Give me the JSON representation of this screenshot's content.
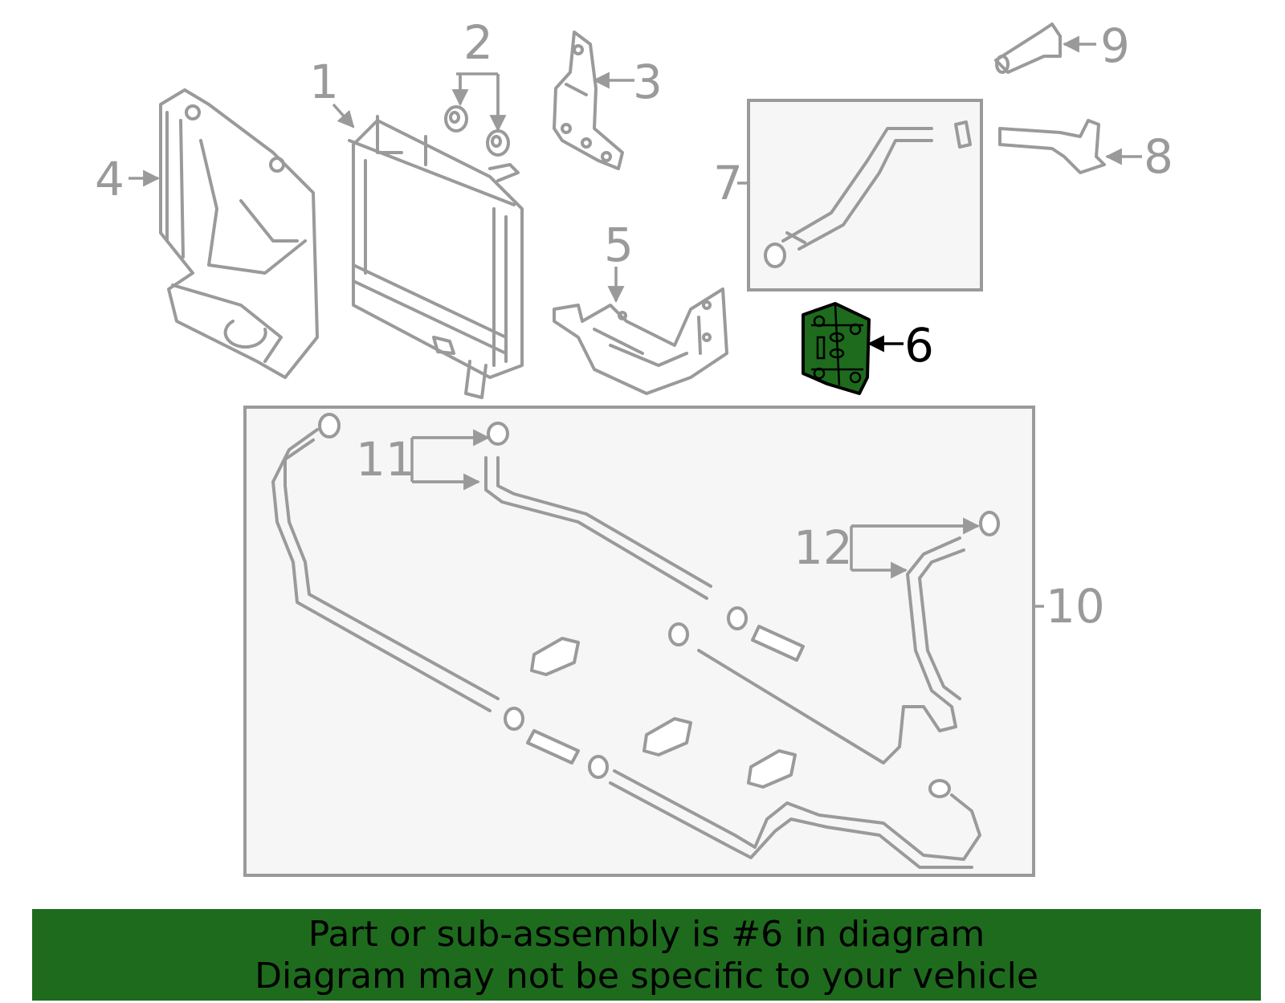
{
  "diagram": {
    "callouts": [
      "1",
      "2",
      "3",
      "4",
      "5",
      "6",
      "7",
      "8",
      "9",
      "10",
      "11",
      "12"
    ],
    "highlighted_part": "6",
    "highlight_color": "#1e6b1e",
    "line_color": "#9a9a9a"
  },
  "banner": {
    "line1": "Part or sub-assembly is #6 in diagram",
    "line2": "Diagram may not be specific to your vehicle",
    "background": "#1e6b1e"
  }
}
